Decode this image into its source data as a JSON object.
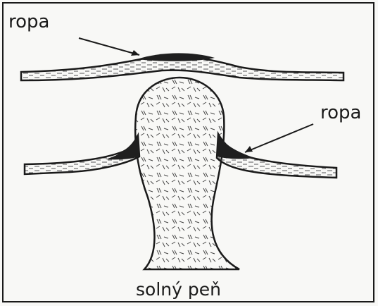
{
  "diagram": {
    "labels": {
      "oil_top": "ropa",
      "oil_side": "ropa",
      "salt_dome": "solný peň"
    },
    "colors": {
      "ink": "#1a1a1a",
      "oil": "#1f1f1f",
      "salt_fill": "#f3f3f0",
      "background": "#f8f8f6"
    }
  }
}
